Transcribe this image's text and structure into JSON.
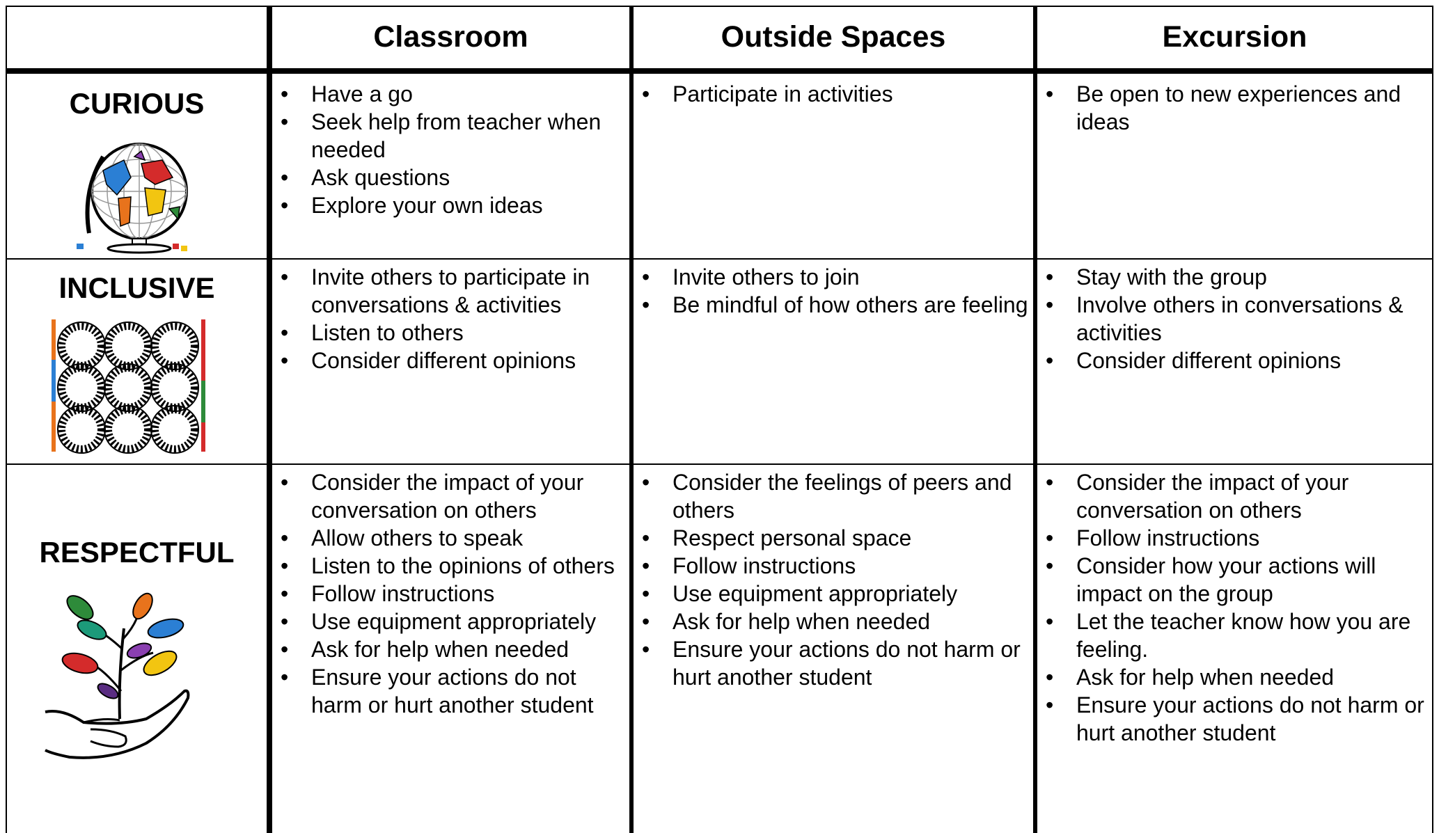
{
  "table": {
    "columns": [
      "",
      "Classroom",
      "Outside Spaces",
      "Excursion"
    ],
    "rows": [
      {
        "label": "CURIOUS",
        "icon": "globe-icon",
        "cells": [
          [
            "Have a go",
            "Seek help from teacher when needed",
            "Ask questions",
            "Explore your own ideas"
          ],
          [
            "Participate in activities"
          ],
          [
            "Be open to new experiences and ideas"
          ]
        ]
      },
      {
        "label": "INCLUSIVE",
        "icon": "linked-rings-icon",
        "cells": [
          [
            "Invite others to participate in conversations & activities",
            "Listen to others",
            "Consider different opinions"
          ],
          [
            "Invite others to join",
            "Be mindful of how others are feeling"
          ],
          [
            "Stay with the group",
            "Involve others in conversations & activities",
            "Consider different opinions"
          ]
        ]
      },
      {
        "label": "RESPECTFUL",
        "icon": "hand-plant-icon",
        "cells": [
          [
            "Consider the impact of your conversation on others",
            "Allow others to speak",
            "Listen to the opinions of others",
            "Follow instructions",
            "Use equipment appropriately",
            "Ask for help when needed",
            "Ensure your actions do not harm or hurt another student"
          ],
          [
            "Consider  the feelings of peers and others",
            "Respect personal space",
            "Follow instructions",
            "Use equipment appropriately",
            "Ask for help when needed",
            "Ensure your actions do not harm or hurt another student"
          ],
          [
            "Consider the impact of your conversation on others",
            "Follow instructions",
            "Consider how your actions will impact on the group",
            "Let the teacher know how you are feeling.",
            "Ask for help when needed",
            "Ensure your actions do not harm or hurt another student"
          ]
        ]
      }
    ]
  },
  "colors": {
    "border": "#000000",
    "background": "#ffffff",
    "leaf_colors": [
      "#2e8b3a",
      "#e8731c",
      "#2b7fd4",
      "#d42b2b",
      "#8a3fb0",
      "#f2c511",
      "#1c9a7a"
    ]
  }
}
